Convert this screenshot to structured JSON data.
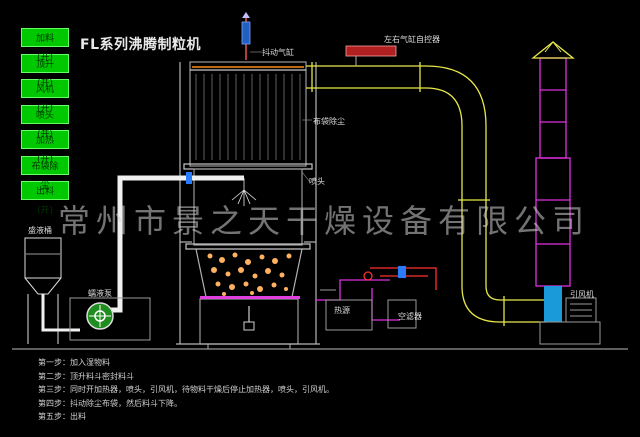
{
  "title": "FL系列沸腾制粒机",
  "buttons": [
    "加料(开)",
    "顶升(开)",
    "风机(开)",
    "喷头(开)",
    "加热(开)",
    "布袋除尘",
    "出料(开)"
  ],
  "labels": {
    "shaker_cylinder": "抖动气缸",
    "side_cylinder_controller": "左右气缸自控器",
    "bag_filter": "布袋除尘",
    "nozzle": "喷头",
    "liquid_tank": "盛液桶",
    "peristaltic_pump": "蠕液泵",
    "heat_source": "热源",
    "air_filter": "空滤器",
    "induced_fan": "引风机"
  },
  "watermark": "常州市景之天干燥设备有限公司",
  "steps": [
    "第一步：加入湿物料",
    "第二步：顶升料斗密封料斗",
    "第三步：同时开加热器，喷头，引风机，待物料干燥后停止加热器，喷头，引风机。",
    "第四步：抖动除尘布袋，然后料斗下降。",
    "第五步：出料"
  ],
  "colors": {
    "button": "#00c800",
    "duct": "#e8e84a",
    "chamber": "#9a9a9a",
    "flame": "#ff3030",
    "exhaust": "#e030e0",
    "pipe": "#e8e8e8",
    "granules": "#ffb060"
  }
}
